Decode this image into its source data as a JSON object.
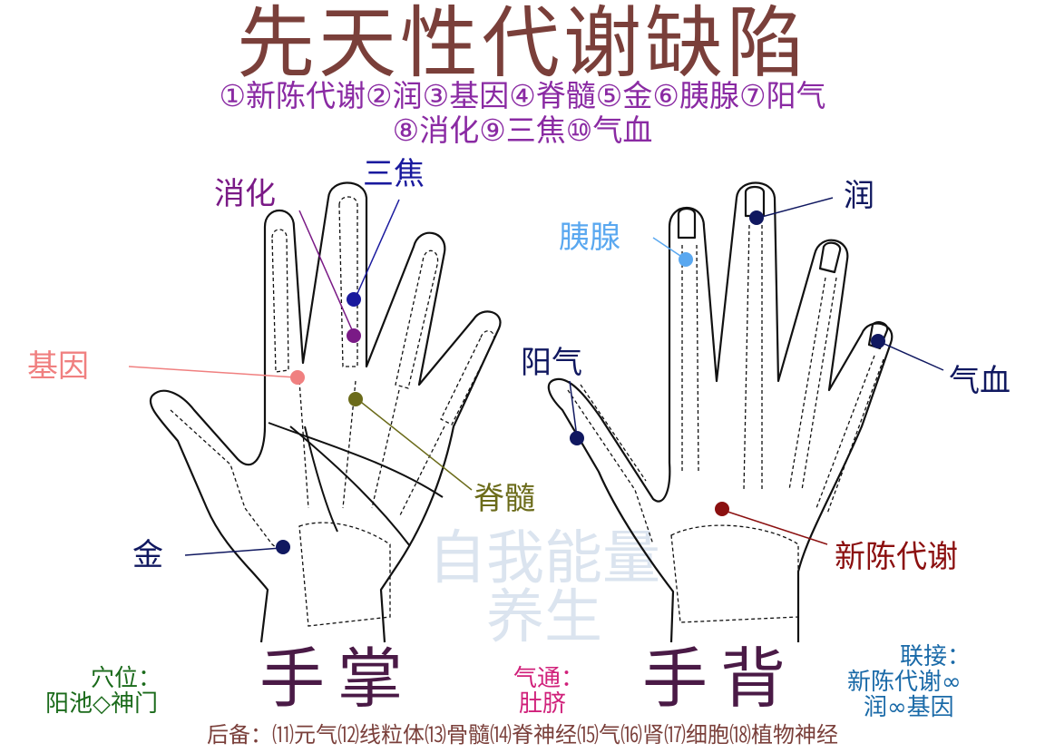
{
  "title": "先天性代谢缺陷",
  "legend": {
    "line1": "①新陈代谢②润③基因④脊髓⑤金⑥胰腺⑦阳气",
    "line2": "⑧消化⑨三焦⑩气血"
  },
  "palm": {
    "caption": "手掌",
    "points": [
      {
        "label": "三焦",
        "color": "#1a1a9e"
      },
      {
        "label": "消化",
        "color": "#7a1a86"
      },
      {
        "label": "基因",
        "color": "#f08080"
      },
      {
        "label": "脊髓",
        "color": "#6b6b1a"
      },
      {
        "label": "金",
        "color": "#101860"
      }
    ]
  },
  "back": {
    "caption": "手背",
    "points": [
      {
        "label": "润",
        "color": "#101860"
      },
      {
        "label": "胰腺",
        "color": "#5aa8f0"
      },
      {
        "label": "阳气",
        "color": "#101860"
      },
      {
        "label": "气血",
        "color": "#101860"
      },
      {
        "label": "新陈代谢",
        "color": "#8b1010"
      }
    ]
  },
  "acupoint": {
    "heading": "穴位：",
    "value": "阳池◇神门"
  },
  "qi_tong": {
    "heading": "气通：",
    "value": "肚脐"
  },
  "link": {
    "heading": "联接：",
    "line1": "新陈代谢∞",
    "line2": "润∞基因"
  },
  "footer": "后备：⑾元气⑿线粒体⒀骨髓⒁脊神经⒂气⒃肾⒄细胞⒅植物神经",
  "watermark": {
    "line1": "自我能量",
    "line2": "养生"
  }
}
